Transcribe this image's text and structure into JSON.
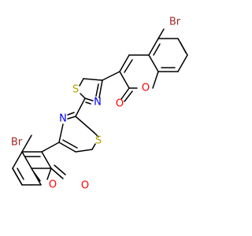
{
  "molecule": {
    "atom_labels": {
      "br_top": "Br",
      "br_bottom": "Br",
      "o_ring_top": "O",
      "o_carbonyl_top": "O",
      "o_ring_bottom": "O",
      "o_carbonyl_bottom": "O",
      "s_thiazole_top": "S",
      "n_thiazole_top": "N",
      "s_thiazole_bottom": "S",
      "n_thiazole_bottom": "N"
    },
    "colors": {
      "bond": "#000000",
      "bromine": "#a52a2a",
      "oxygen": "#ff0000",
      "sulfur": "#b8a200",
      "nitrogen": "#0000ff"
    }
  }
}
